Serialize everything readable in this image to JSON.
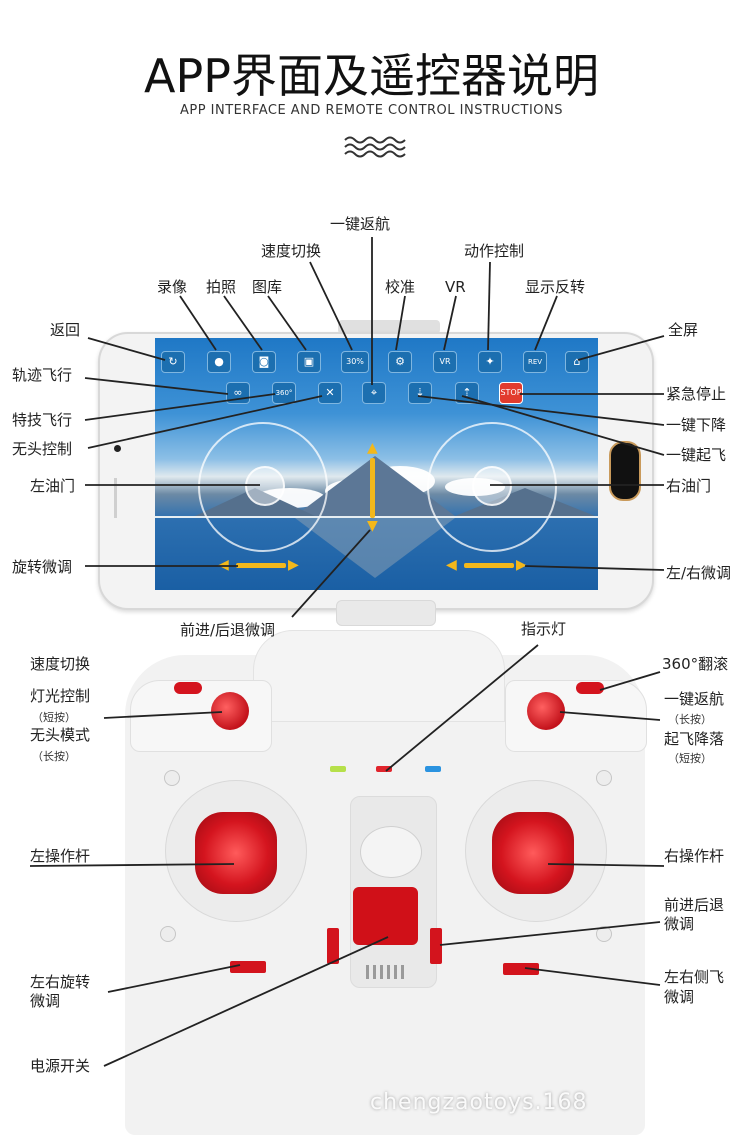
{
  "header": {
    "title": "APP界面及遥控器说明",
    "subtitle": "APP INTERFACE AND REMOTE CONTROL INSTRUCTIONS"
  },
  "app_labels": {
    "return_home": "一键返航",
    "speed_switch": "速度切换",
    "action_control": "动作控制",
    "record": "录像",
    "photo": "拍照",
    "gallery": "图库",
    "calibrate": "校准",
    "vr": "VR",
    "display_flip": "显示反转",
    "back": "返回",
    "fullscreen": "全屏",
    "trajectory": "轨迹飞行",
    "stunt": "特技飞行",
    "headless": "无头控制",
    "emergency_stop": "紧急停止",
    "one_key_land": "一键下降",
    "one_key_takeoff": "一键起飞",
    "left_throttle": "左油门",
    "right_throttle": "右油门",
    "rotation_trim": "旋转微调",
    "lr_trim": "左/右微调",
    "fb_trim": "前进/后退微调"
  },
  "app_icons": {
    "speed_value": "30%",
    "vr_text": "VR",
    "rev_text": "REV",
    "stop_text": "STOP",
    "flip_text": "360°"
  },
  "remote_labels": {
    "indicator": "指示灯",
    "speed_switch": "速度切换",
    "light_control": "灯光控制",
    "short_press_1": "（短按）",
    "headless_mode": "无头模式",
    "long_press_1": "（长按）",
    "flip_360": "360°翻滚",
    "return_home": "一键返航",
    "long_press_2": "（长按）",
    "takeoff_land": "起飞降落",
    "short_press_2": "（短按）",
    "left_stick": "左操作杆",
    "right_stick": "右操作杆",
    "fb_trim_1": "前进后退",
    "fb_trim_2": "微调",
    "lr_rot_trim_1": "左右旋转",
    "lr_rot_trim_2": "微调",
    "side_trim_1": "左右侧飞",
    "side_trim_2": "微调",
    "power": "电源开关"
  },
  "watermark": "chengzaotoys.168",
  "colors": {
    "accent_red": "#d4141e",
    "app_icon_blue": "#1c6fb0",
    "trim_yellow": "#f3b81b"
  }
}
